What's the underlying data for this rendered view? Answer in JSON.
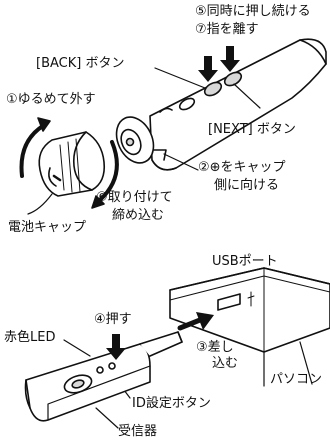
{
  "labels": {
    "step5": "⑤同時に押し続ける",
    "step7": "⑦指を離す",
    "back_button": "[BACK] ボタン",
    "step1": "①ゆるめて外す",
    "next_button": "[NEXT] ボタン",
    "step2_line1": "②⊕をキャップ",
    "step2_line2": "側に向ける",
    "step6_line1": "⑥取り付けて",
    "step6_line2": "締め込む",
    "battery_cap": "電池キャップ",
    "usb_port": "USBポート",
    "step4": "④押す",
    "red_led": "赤色LED",
    "step3_line1": "③差し",
    "step3_line2": "込む",
    "pc": "パソコン",
    "id_button": "ID設定ボタン",
    "receiver": "受信器"
  },
  "colors": {
    "line": "#111111",
    "fill": "#ffffff",
    "shade": "#d8d8d8",
    "arrow": "#111111"
  }
}
